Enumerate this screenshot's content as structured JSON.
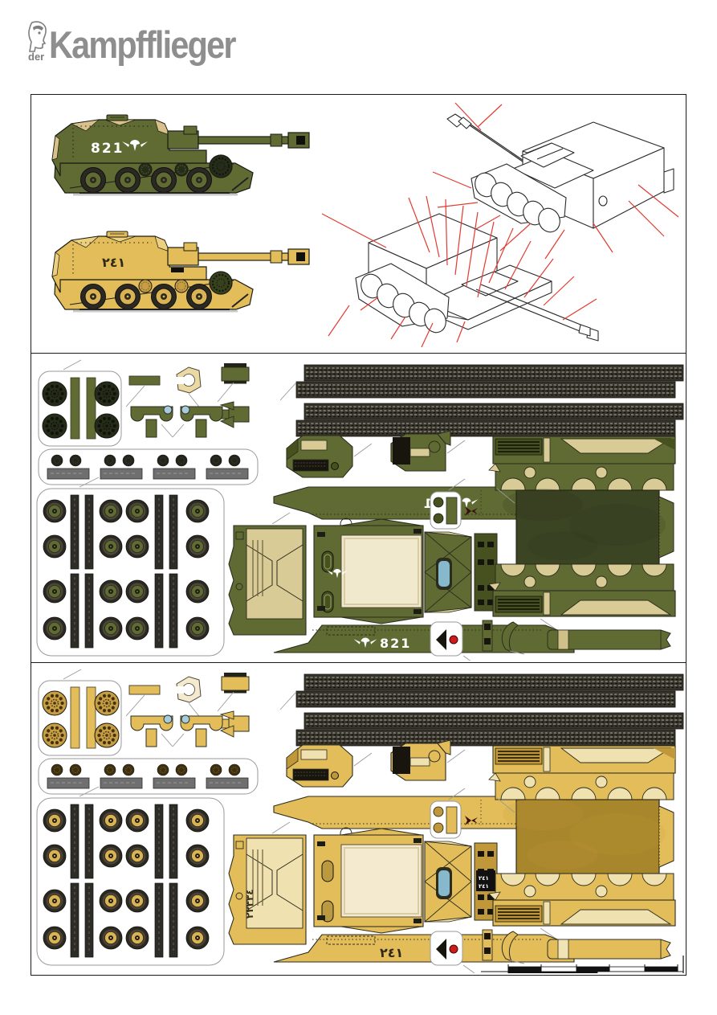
{
  "logo": {
    "prefix": "der",
    "title": "Kampfflieger"
  },
  "vehicle_markings": {
    "green_number": "821",
    "green_insignia": "vdv-parachute-wings",
    "tan_number": "٢٤١",
    "tan_graffiti": "٢٢٣٣٤"
  },
  "colors": {
    "logo_gray": "#8e8e8e",
    "border": "#1a1a1a",
    "red_leader": "#e23b30",
    "red_dot": "#cc1c1c",
    "blue_window": "#86b9cc",
    "periscope_blue": "#a6cbdc",
    "gray_part": "#6f6f6f",
    "track": "#35332a",
    "track_light": "#8a867a",
    "green": {
      "main": "#5f6b33",
      "light": "#77843f",
      "dark": "#46511f",
      "deck": "#d9cb96",
      "cream": "#f1e9cd",
      "hull_center": "#3b4423",
      "tire": "#2b2922",
      "wheel_ring": "#4a4738",
      "wheel_center": "#5f6b33",
      "sprocket_base": "#262c1a",
      "sprocket_dot": "#10130a",
      "mark_color": "#ffffff",
      "tube_band": "#cfc08a"
    },
    "tan": {
      "main": "#e3bd5a",
      "light": "#eccf7f",
      "dark": "#c0983a",
      "deck": "#efe2b0",
      "cream": "#f3ead0",
      "hull_center": "#a8862c",
      "tire": "#2b2922",
      "wheel_ring": "#4a4232",
      "wheel_center": "#d9b254",
      "sprocket_base": "#c79e44",
      "sprocket_dot": "#42320f",
      "mark_color": "#2f2a18",
      "tube_band": "#f0e3b4"
    }
  },
  "scale_bar": {
    "segments": 5
  },
  "sections": {
    "illustrations_label": "painting reference and assembly diagrams",
    "green_parts_label": "green camouflage parts sheet",
    "tan_parts_label": "desert tan parts sheet"
  }
}
